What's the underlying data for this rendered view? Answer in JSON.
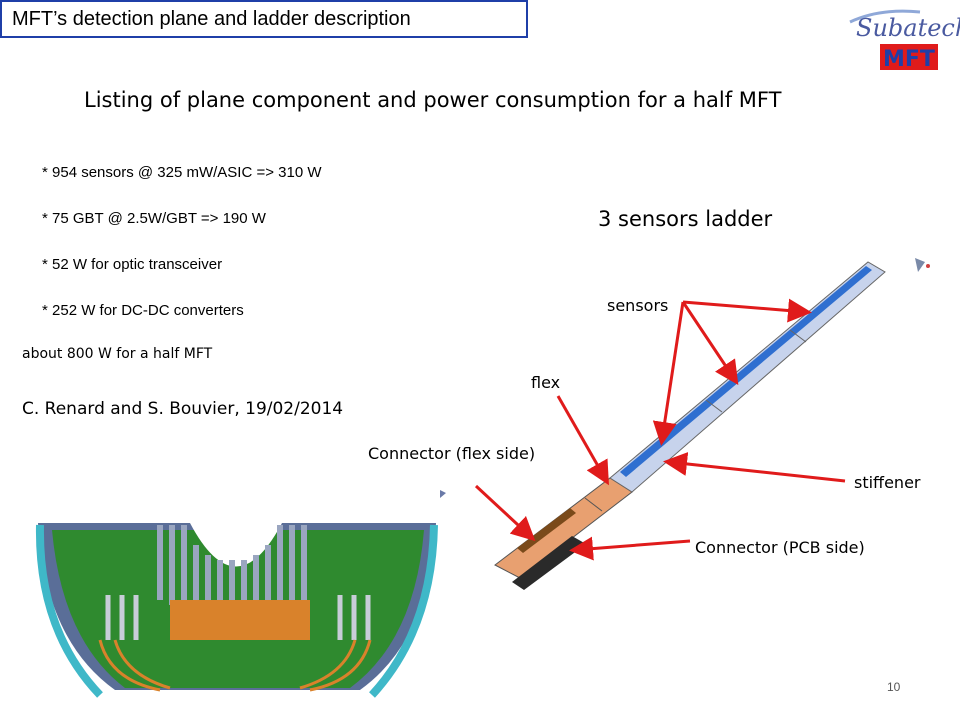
{
  "header": {
    "title": "MFT’s detection plane and ladder description"
  },
  "logos": {
    "subatech": "Subatech",
    "mft": "MFT"
  },
  "main": {
    "heading": "Listing of plane component and power consumption for a half MFT",
    "bullets": [
      "* 954 sensors @ 325 mW/ASIC => 310 W",
      "* 75 GBT @ 2.5W/GBT => 190 W",
      "* 52 W for optic transceiver",
      "* 252 W for DC-DC converters"
    ],
    "summary": "about 800 W for a half MFT",
    "credit": "C. Renard and S. Bouvier, 19/02/2014"
  },
  "ladder": {
    "title": "3 sensors ladder",
    "labels": {
      "sensors": "sensors",
      "flex": "flex",
      "connector_flex": "Connector (flex side)",
      "stiffener": "stiffener",
      "connector_pcb": "Connector (PCB side)"
    }
  },
  "footer": {
    "page_number": "10"
  },
  "colors": {
    "title_border": "#1f3fa8",
    "arrow": "#e01b1b",
    "sensor_blue": "#2f6fd0",
    "flex_copper": "#e8a070",
    "pcb_green": "#2f8a2f",
    "teal_frame": "#3fb8c8"
  }
}
